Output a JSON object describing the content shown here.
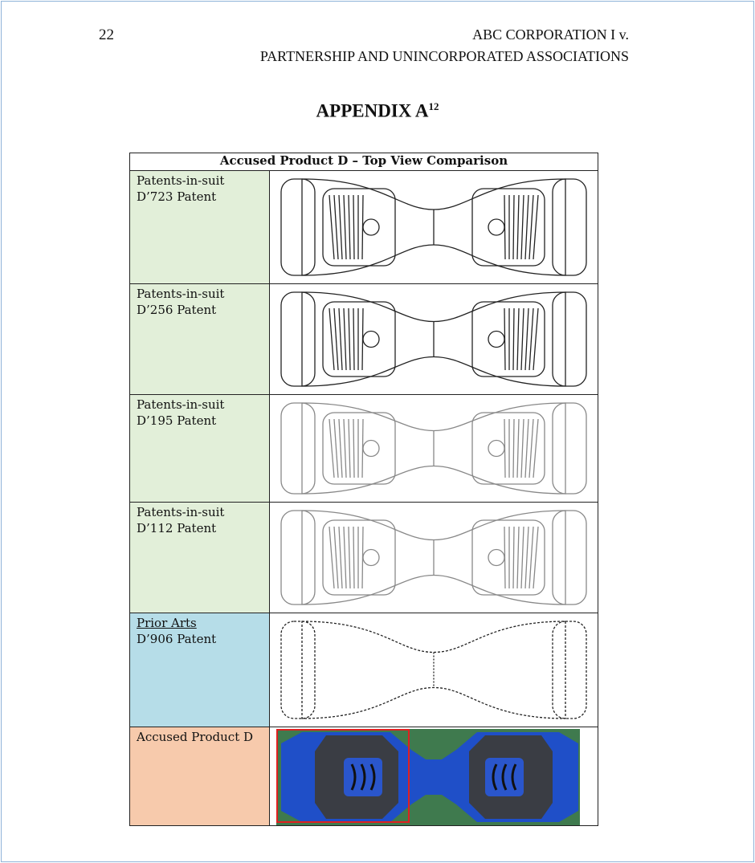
{
  "header": {
    "page_number": "22",
    "running_title_line1": "ABC CORPORATION I v.",
    "running_title_line2": "PARTNERSHIP AND UNINCORPORATED ASSOCIATIONS"
  },
  "appendix": {
    "title": "APPENDIX A",
    "footnote_ref": "12"
  },
  "table": {
    "heading": "Accused Product D – Top View Comparison",
    "rows": [
      {
        "category": "Patents-in-suit",
        "name": "D’723 Patent"
      },
      {
        "category": "Patents-in-suit",
        "name": "D’256 Patent"
      },
      {
        "category": "Patents-in-suit",
        "name": "D’195 Patent"
      },
      {
        "category": "Patents-in-suit",
        "name": "D’112 Patent"
      },
      {
        "category": "Prior Arts",
        "name": "D’906 Patent"
      },
      {
        "category": "",
        "name": "Accused Product D"
      }
    ]
  },
  "colors": {
    "patents_bg": "#e2efd9",
    "prior_art_bg": "#b6dde8",
    "accused_bg": "#f7caac",
    "highlight_box": "#e02020",
    "product_blue": "#1f4fc8"
  }
}
